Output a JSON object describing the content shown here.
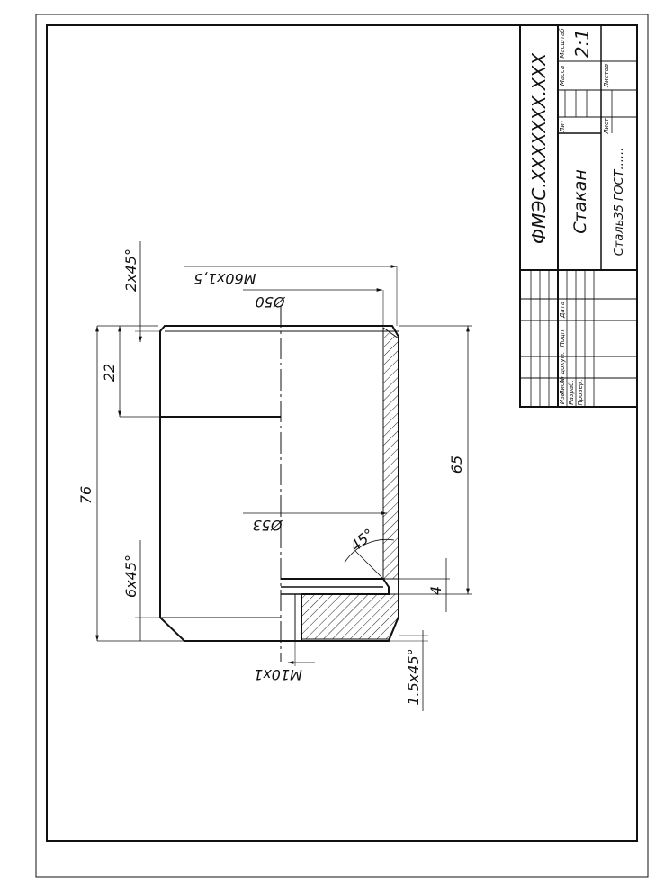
{
  "drawing": {
    "dimensions": {
      "overall_length": "76",
      "upper_length": "22",
      "bore_length": "65",
      "groove_width": "4",
      "bore_diameter": "Ø50",
      "inner_diameter": "Ø53",
      "outer_thread": "M60x1,5",
      "small_thread": "M10x1",
      "chamfer_top": "2x45°",
      "chamfer_bottom": "6x45°",
      "chamfer_small": "1.5x45°",
      "angle": "45°"
    }
  },
  "title_block": {
    "designation": "ФМЭС.ХХХХХХХ.ХХХ",
    "part_name": "Стакан",
    "material": "Сталь35 ГОСТ......",
    "scale": "2:1",
    "col_lit": "Лит",
    "col_mass": "Масса",
    "col_scale": "Масштаб",
    "col_sheet": "Лист",
    "col_sheets": "Листов",
    "row_izm": "Изм",
    "row_list": "Лист",
    "row_doc": "№ докум.",
    "row_sign": "Подп",
    "row_date": "Дата",
    "row_razrab": "Разраб.",
    "row_prover": "Провер."
  }
}
